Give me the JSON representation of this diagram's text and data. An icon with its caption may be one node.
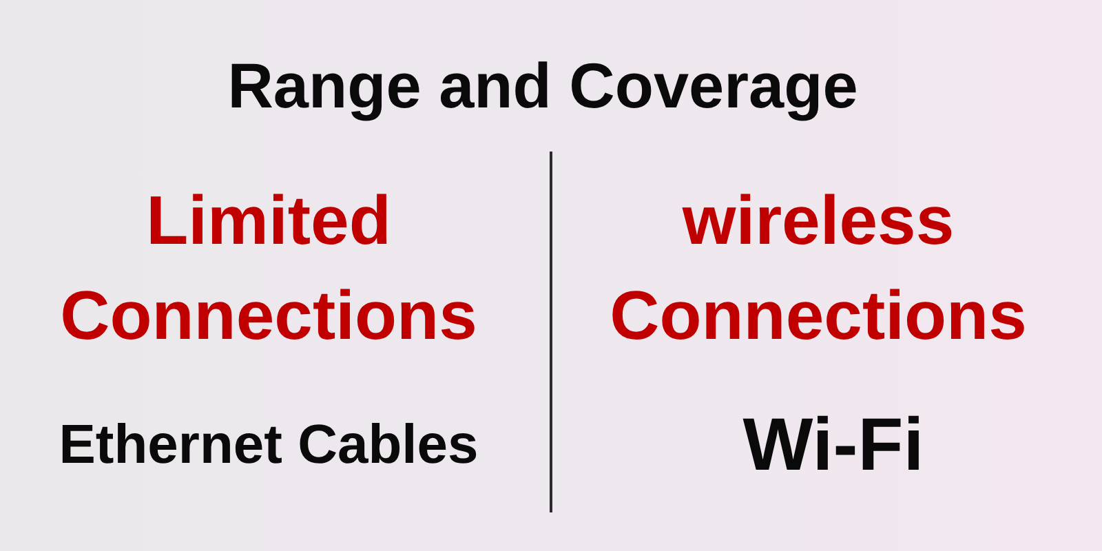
{
  "diagram": {
    "title": "Range and Coverage",
    "labels": [
      "Limited Connections",
      "wireless Connections",
      "Ethernet Cables",
      "Wi-Fi"
    ]
  }
}
